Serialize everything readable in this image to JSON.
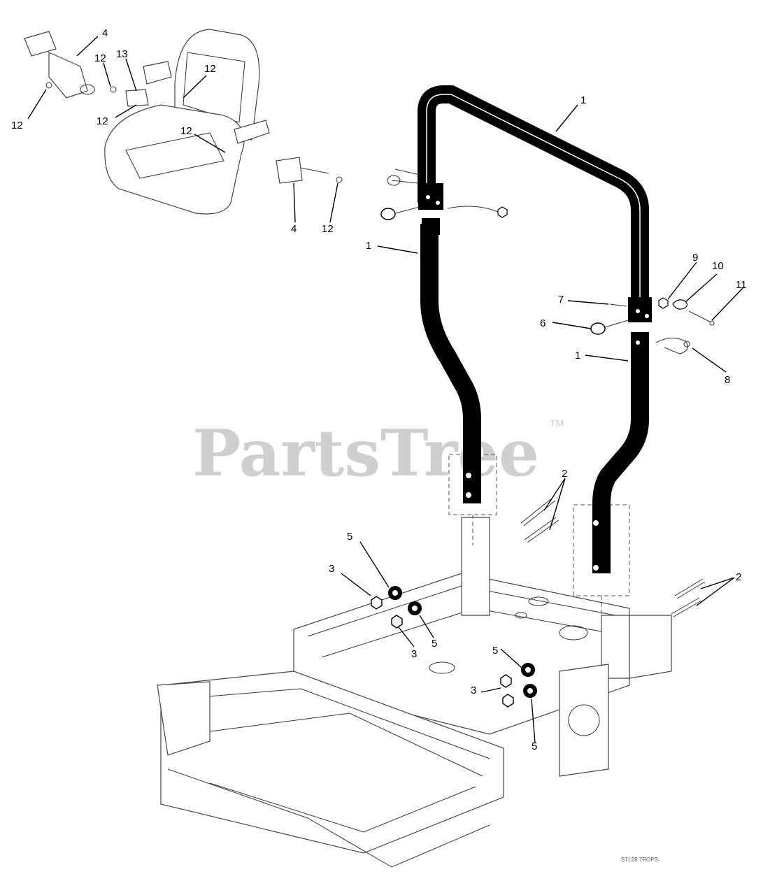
{
  "watermark": {
    "brand": "PartsTree",
    "trademark": "TM"
  },
  "drawing_code": "STL28 7ROPS",
  "colors": {
    "ink": "#000000",
    "watermark": "#cfcfcf",
    "background": "#ffffff"
  },
  "callouts": [
    {
      "id": "c-1-top",
      "label": "1"
    },
    {
      "id": "c-1-left",
      "label": "1"
    },
    {
      "id": "c-1-right",
      "label": "1"
    },
    {
      "id": "c-2-a",
      "label": "2"
    },
    {
      "id": "c-2-b",
      "label": "2"
    },
    {
      "id": "c-3-a",
      "label": "3"
    },
    {
      "id": "c-3-b",
      "label": "3"
    },
    {
      "id": "c-3-c",
      "label": "3"
    },
    {
      "id": "c-4-a",
      "label": "4"
    },
    {
      "id": "c-4-b",
      "label": "4"
    },
    {
      "id": "c-5-a",
      "label": "5"
    },
    {
      "id": "c-5-b",
      "label": "5"
    },
    {
      "id": "c-5-c",
      "label": "5"
    },
    {
      "id": "c-5-d",
      "label": "5"
    },
    {
      "id": "c-6",
      "label": "6"
    },
    {
      "id": "c-7",
      "label": "7"
    },
    {
      "id": "c-8",
      "label": "8"
    },
    {
      "id": "c-9",
      "label": "9"
    },
    {
      "id": "c-10",
      "label": "10"
    },
    {
      "id": "c-11",
      "label": "11"
    },
    {
      "id": "c-12-a",
      "label": "12"
    },
    {
      "id": "c-12-b",
      "label": "12"
    },
    {
      "id": "c-12-c",
      "label": "12"
    },
    {
      "id": "c-12-d",
      "label": "12"
    },
    {
      "id": "c-12-e",
      "label": "12"
    },
    {
      "id": "c-12-f",
      "label": "12"
    },
    {
      "id": "c-13",
      "label": "13"
    }
  ]
}
